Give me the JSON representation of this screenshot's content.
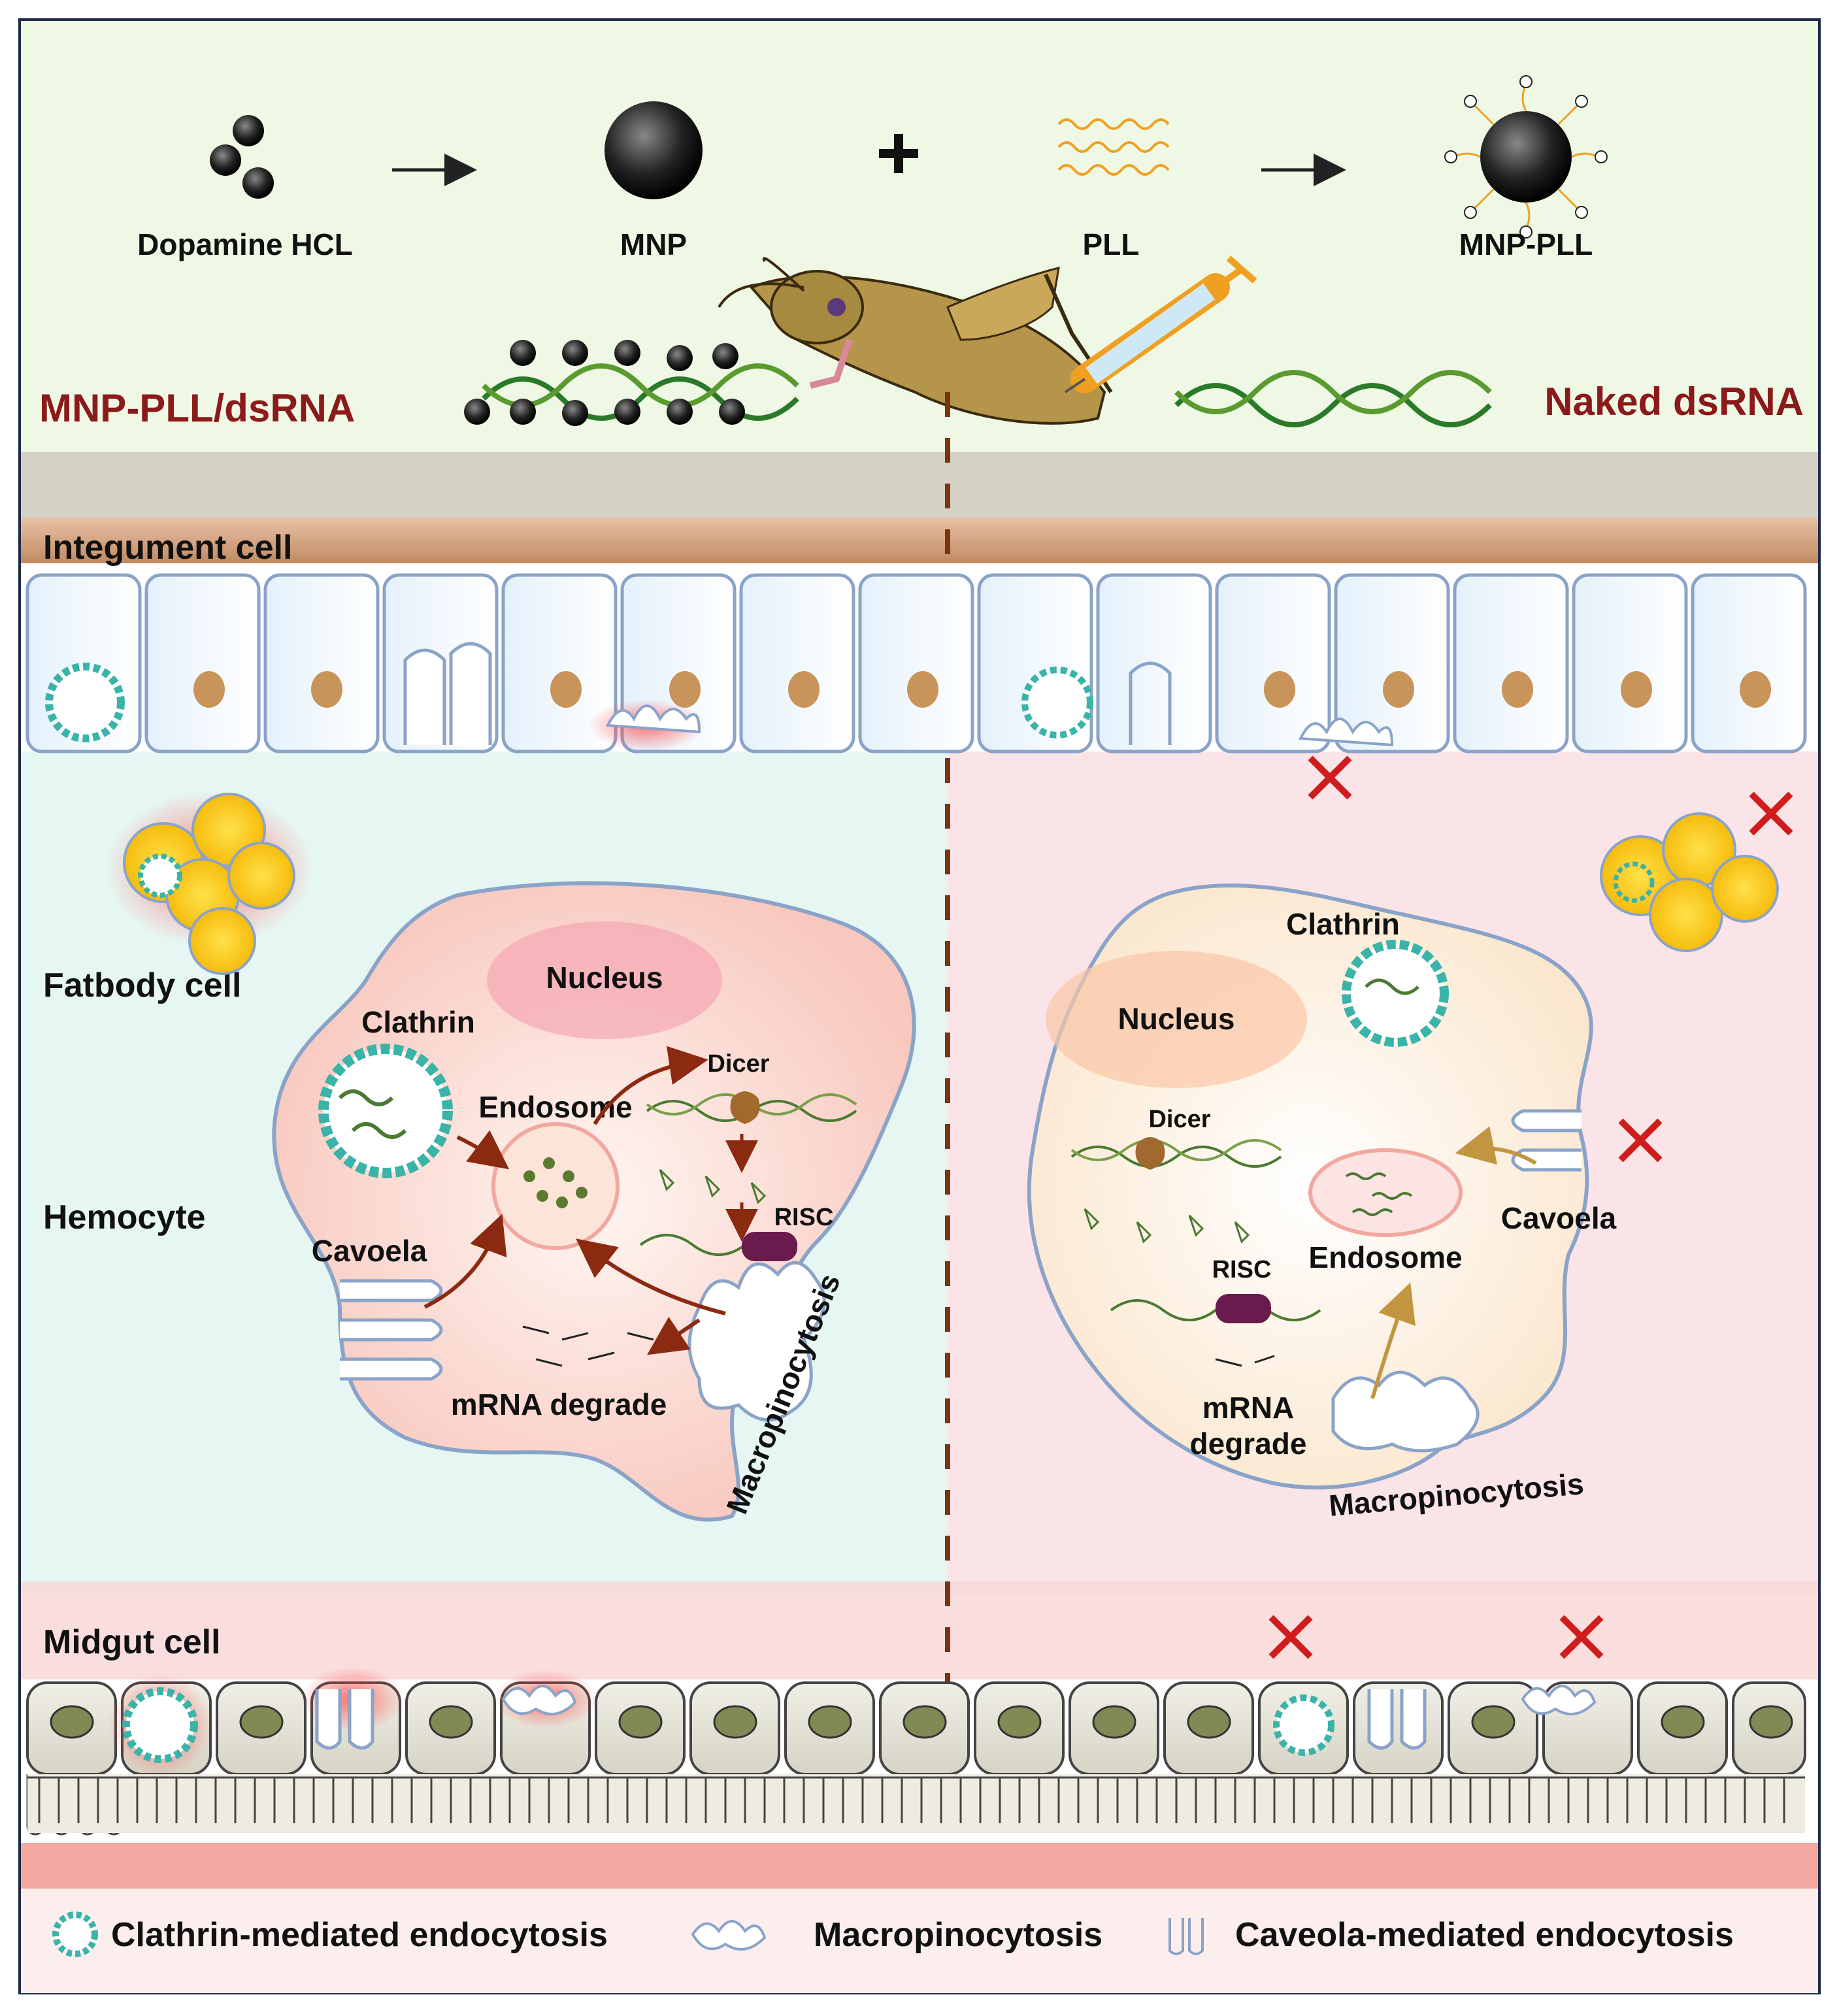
{
  "synthesis": {
    "dopamine": "Dopamine HCL",
    "mnp": "MNP",
    "pll": "PLL",
    "mnp_pll": "MNP-PLL"
  },
  "treatments": {
    "left": "MNP-PLL/dsRNA",
    "right": "Naked dsRNA"
  },
  "tissues": {
    "integument": "Integument cell",
    "fatbody": "Fatbody cell",
    "hemocyte": "Hemocyte",
    "midgut": "Midgut cell"
  },
  "left_hemocyte": {
    "nucleus": "Nucleus",
    "clathrin": "Clathrin",
    "endosome": "Endosome",
    "dicer": "Dicer",
    "risc": "RISC",
    "caveola": "Cavoela",
    "mrna": "mRNA degrade",
    "macro": "Macropinocytosis"
  },
  "right_hemocyte": {
    "nucleus": "Nucleus",
    "clathrin": "Clathrin",
    "dicer": "Dicer",
    "endosome": "Endosome",
    "risc": "RISC",
    "caveola": "Cavoela",
    "mrna_1": "mRNA",
    "mrna_2": "degrade",
    "macro": "Macropinocytosis"
  },
  "legend": {
    "clathrin": "Clathrin-mediated endocytosis",
    "macro": "Macropinocytosis",
    "caveola": "Caveola-mediated endocytosis"
  },
  "colors": {
    "treatment_label": "#8b1a1a",
    "top_bg": "#eef8e4",
    "left_bg": "#e6f7f3",
    "right_bg": "#fbe4e8",
    "cell_outline": "#8aa3c8",
    "nucleus_integument": "#c8945a",
    "midgut_nucleus": "#7f8a55",
    "clathrin_green": "#3ab3a8",
    "risc": "#6b1a4e",
    "dicer": "#a0692e",
    "arrow_left": "#8b2a10",
    "arrow_right": "#c29640",
    "cross": "#d01c1c"
  }
}
